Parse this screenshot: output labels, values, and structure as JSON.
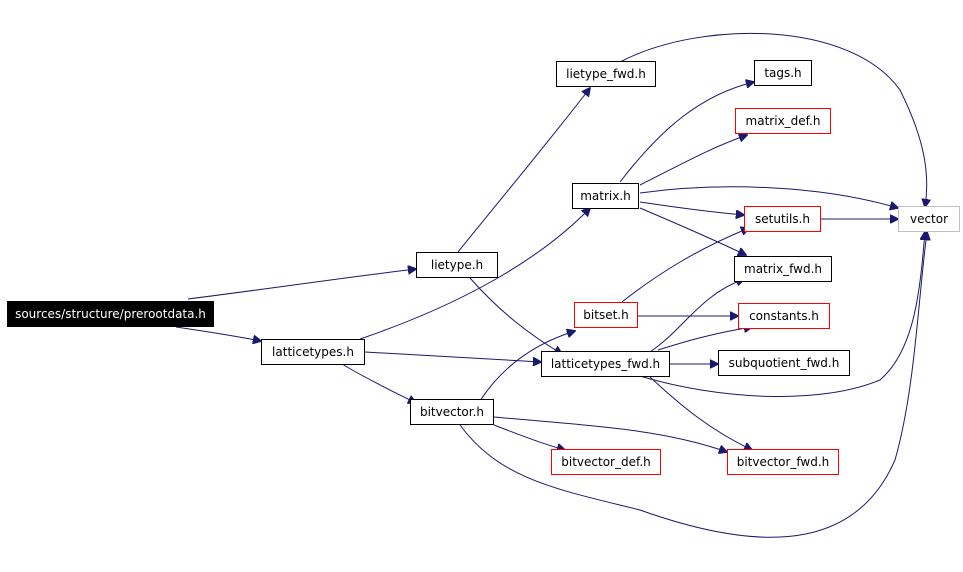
{
  "nodes": {
    "prerootdata": "sources/structure/prerootdata.h",
    "lietype": "lietype.h",
    "latticetypes": "latticetypes.h",
    "lietype_fwd": "lietype_fwd.h",
    "matrix": "matrix.h",
    "tags": "tags.h",
    "matrix_def": "matrix_def.h",
    "setutils": "setutils.h",
    "vector": "vector",
    "matrix_fwd": "matrix_fwd.h",
    "bitset": "bitset.h",
    "constants": "constants.h",
    "latticetypes_fwd": "latticetypes_fwd.h",
    "subquotient_fwd": "subquotient_fwd.h",
    "bitvector": "bitvector.h",
    "bitvector_def": "bitvector_def.h",
    "bitvector_fwd": "bitvector_fwd.h"
  },
  "colors": {
    "edge": "#191970",
    "documented_border": "#000000",
    "undocumented_border": "#ff0000",
    "external_border": "#bfbfbf",
    "root_fill": "#000000",
    "root_text": "#ffffff"
  },
  "edges": [
    [
      "prerootdata",
      "lietype"
    ],
    [
      "prerootdata",
      "latticetypes"
    ],
    [
      "lietype",
      "lietype_fwd"
    ],
    [
      "lietype",
      "latticetypes_fwd"
    ],
    [
      "latticetypes",
      "matrix"
    ],
    [
      "latticetypes",
      "latticetypes_fwd"
    ],
    [
      "latticetypes",
      "bitvector"
    ],
    [
      "lietype_fwd",
      "vector"
    ],
    [
      "matrix",
      "tags"
    ],
    [
      "matrix",
      "matrix_def"
    ],
    [
      "matrix",
      "vector"
    ],
    [
      "matrix",
      "setutils"
    ],
    [
      "matrix",
      "matrix_fwd"
    ],
    [
      "setutils",
      "vector"
    ],
    [
      "bitset",
      "setutils"
    ],
    [
      "bitset",
      "constants"
    ],
    [
      "latticetypes_fwd",
      "matrix_fwd"
    ],
    [
      "latticetypes_fwd",
      "constants"
    ],
    [
      "latticetypes_fwd",
      "subquotient_fwd"
    ],
    [
      "latticetypes_fwd",
      "vector"
    ],
    [
      "latticetypes_fwd",
      "bitvector_fwd"
    ],
    [
      "bitvector",
      "bitset"
    ],
    [
      "bitvector",
      "bitvector_def"
    ],
    [
      "bitvector",
      "bitvector_fwd"
    ],
    [
      "bitvector",
      "vector"
    ]
  ]
}
